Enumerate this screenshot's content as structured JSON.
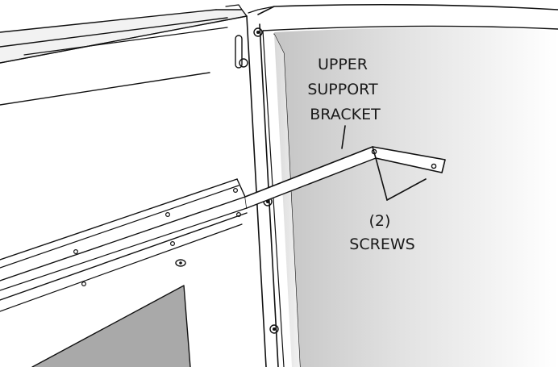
{
  "labels": {
    "bracket": [
      "UPPER",
      "SUPPORT",
      "BRACKET"
    ],
    "screws": [
      "(2)",
      "SCREWS"
    ]
  },
  "colors": {
    "line": "#111111",
    "wall_light": "#f4f4f4",
    "wall_dark": "#c9c9c9",
    "shade": "#e6e6e6",
    "panel_opening": "#a9a9a9",
    "background": "#ffffff"
  }
}
